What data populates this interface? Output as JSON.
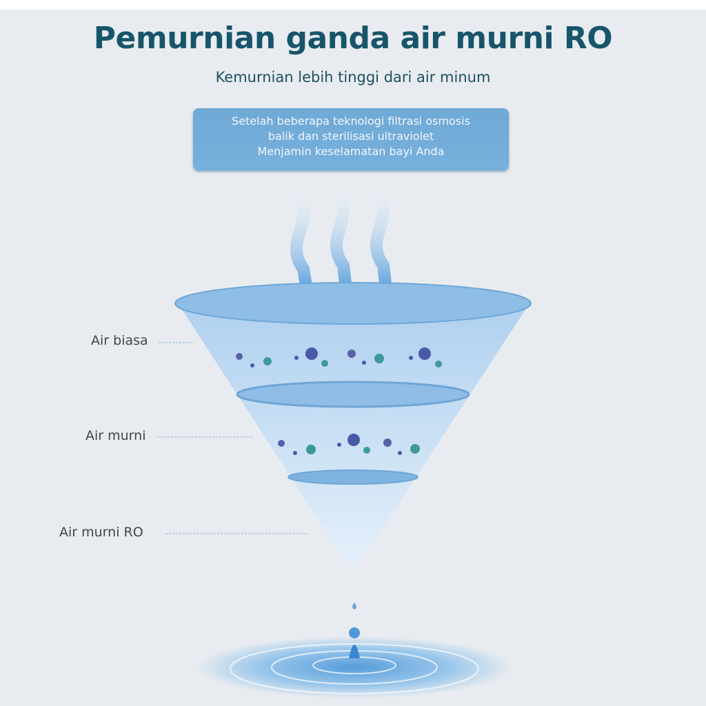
{
  "title": "Pemurnian ganda air murni RO",
  "subtitle": "Kemurnian lebih tinggi dari air minum",
  "info": {
    "line1": "Setelah beberapa teknologi filtrasi osmosis",
    "line2": "balik dan sterilisasi ultraviolet",
    "line3": "Menjamin keselamatan bayi Anda"
  },
  "labels": {
    "layer1": "Air biasa",
    "layer2": "Air murni",
    "layer3": "Air murni RO"
  },
  "colors": {
    "title": "#17556a",
    "accent": "#6fa9d6"
  }
}
